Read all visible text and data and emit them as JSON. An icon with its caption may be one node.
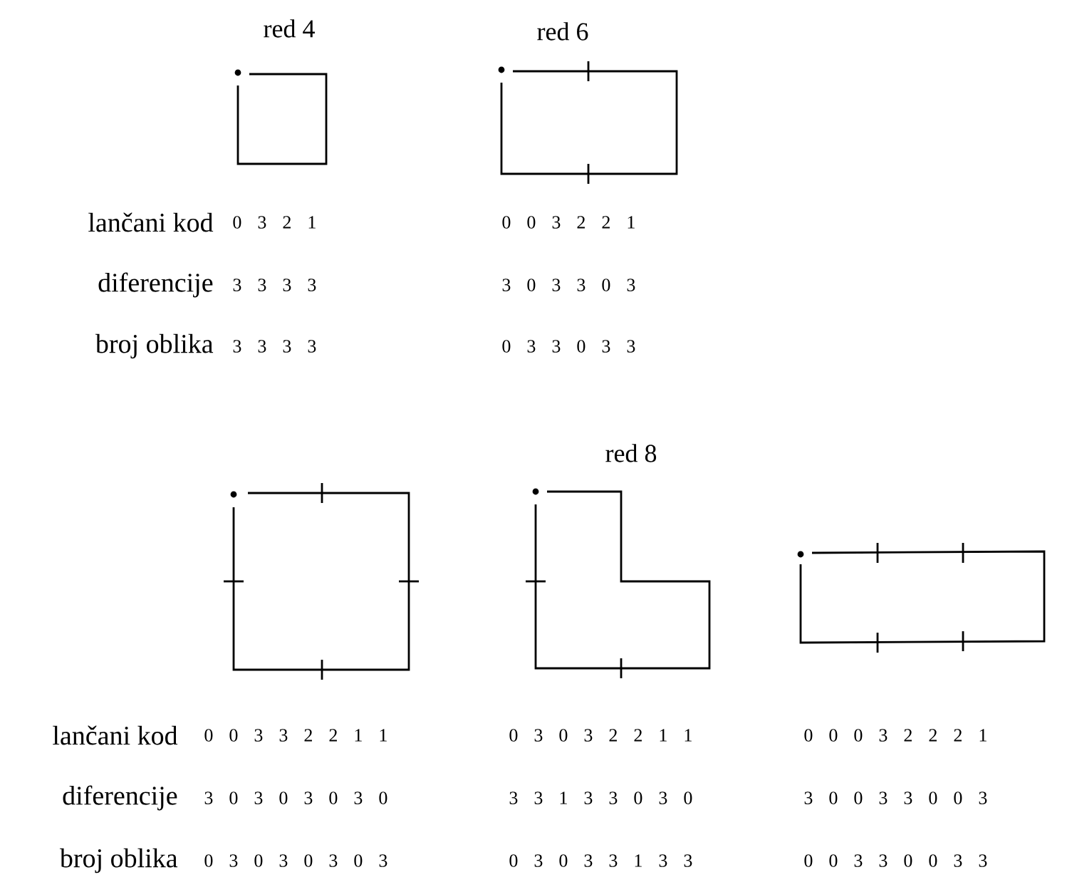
{
  "diagram": {
    "labels": [
      "red 4",
      "red 6",
      "lančani kod",
      "0 3 2 1",
      "0 0 3 2 2 1",
      "diferencije",
      "3 3 3 3",
      "3 0 3 3 0 3",
      "broj oblika",
      "3 3 3 3",
      "0 3 3 0 3 3",
      "red 8",
      "lančani kod",
      "0 0 3 3 2 2 1 1",
      "0 3 0 3 2 2 1 1",
      "0 0 0 3 2 2 2 1",
      "diferencije",
      "3 0 3 0 3 0 3 0",
      "3 3 1 3 3 0 3 0",
      "3 0 0 3 3 0 0 3",
      "broj oblika",
      "0 3 0 3 0 3 0 3",
      "0 3 0 3 3 1 3 3",
      "0 0 3 3 0 0 3 3"
    ]
  }
}
